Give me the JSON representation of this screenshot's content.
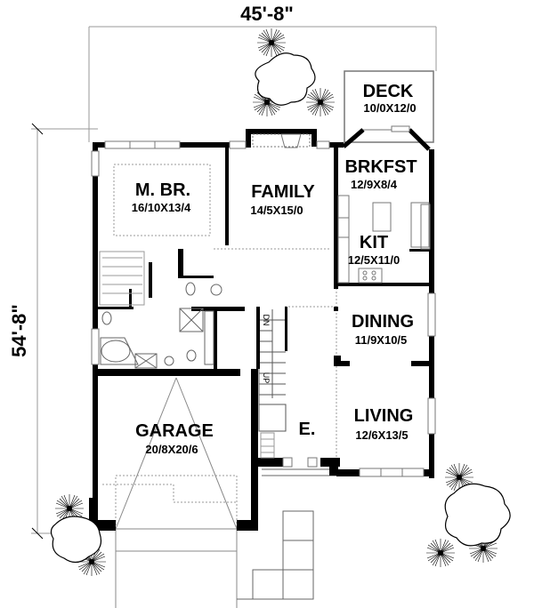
{
  "plan": {
    "overall_width": "45'-8\"",
    "overall_depth": "54'-8\"",
    "rooms": {
      "deck": {
        "name": "DECK",
        "dims": "10/0X12/0"
      },
      "brkfst": {
        "name": "BRKFST",
        "dims": "12/9X8/4"
      },
      "kit": {
        "name": "KIT",
        "dims": "12/5X11/0"
      },
      "mbr": {
        "name": "M. BR.",
        "dims": "16/10X13/4"
      },
      "family": {
        "name": "FAMILY",
        "dims": "14/5X15/0"
      },
      "dining": {
        "name": "DINING",
        "dims": "11/9X10/5"
      },
      "living": {
        "name": "LIVING",
        "dims": "12/6X13/5"
      },
      "garage": {
        "name": "GARAGE",
        "dims": "20/8X20/6"
      },
      "entry": {
        "name": "E."
      }
    },
    "stairs": {
      "down": "DN",
      "up": "UP"
    },
    "colors": {
      "wall": "#000000",
      "line": "#888888",
      "background": "#ffffff"
    }
  }
}
